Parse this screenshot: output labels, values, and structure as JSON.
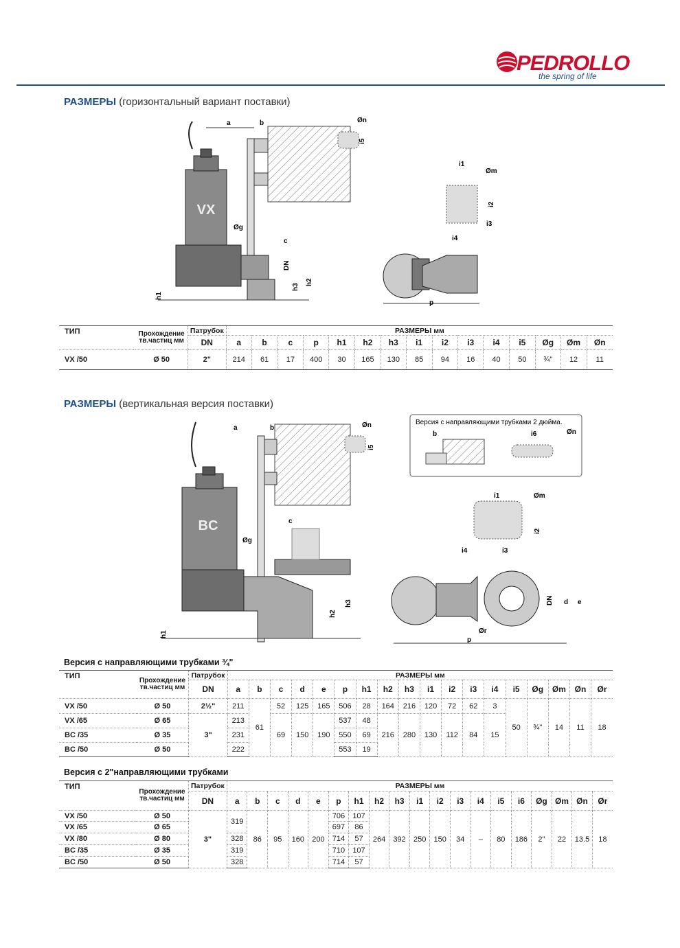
{
  "brand": {
    "name": "PEDROLLO",
    "tagline": "the spring of life",
    "red": "#c8102e",
    "blue": "#1d4f8c"
  },
  "section1": {
    "title_bold": "РАЗМЕРЫ",
    "title_rest": "(горизонтальный вариант поставки)"
  },
  "section2": {
    "title_bold": "РАЗМЕРЫ",
    "title_rest": "(вертикальная версия поставки)"
  },
  "labels": {
    "type": "ТИП",
    "passage": "Прохождение тв.частиц мм",
    "nozzle": "Патрубок",
    "dims": "РАЗМЕРЫ мм",
    "dn": "DN"
  },
  "drawing1": {
    "pump_badge": "VX",
    "dims": {
      "a": "a",
      "b": "b",
      "c": "c",
      "og": "Øg",
      "dn": "DN",
      "h1": "h1",
      "h2": "h2",
      "h3": "h3",
      "on": "Øn",
      "i5": "i5",
      "i1": "i1",
      "om": "Øm",
      "i2": "i2",
      "i3": "i3",
      "i4": "i4",
      "p": "p"
    }
  },
  "drawing2": {
    "pump_badge": "BC",
    "inset_title": "Версия с направляющими трубками 2 дюйма.",
    "dims": {
      "a": "a",
      "b": "b",
      "c": "c",
      "og": "Øg",
      "h1": "h1",
      "h2": "h2",
      "h3": "h3",
      "on": "Øn",
      "i5": "i5",
      "i1": "i1",
      "om": "Øm",
      "i2": "i2",
      "i3": "i3",
      "i4": "i4",
      "i6": "i6",
      "p": "p",
      "or": "Ør",
      "dn": "DN",
      "d": "d",
      "e": "e"
    }
  },
  "table1": {
    "cols": [
      "a",
      "b",
      "c",
      "p",
      "h1",
      "h2",
      "h3",
      "i1",
      "i2",
      "i3",
      "i4",
      "i5",
      "Øg",
      "Øm",
      "Øn"
    ],
    "rows": [
      {
        "type": "VX /50",
        "passage": "Ø 50",
        "dn": "2\"",
        "values": [
          "214",
          "61",
          "17",
          "400",
          "30",
          "165",
          "130",
          "85",
          "94",
          "16",
          "40",
          "50",
          "¾\"",
          "12",
          "11"
        ]
      }
    ]
  },
  "table2": {
    "subtitle": "Версия с направляющими трубками ¾\"",
    "cols": [
      "a",
      "b",
      "c",
      "d",
      "e",
      "p",
      "h1",
      "h2",
      "h3",
      "i1",
      "i2",
      "i3",
      "i4",
      "i5",
      "Øg",
      "Øm",
      "Øn",
      "Ør"
    ],
    "rows": [
      {
        "type": "VX /50",
        "passage": "Ø 50",
        "dn": "2½\"",
        "a": "211",
        "c": "52",
        "d": "125",
        "e": "165",
        "p": "506",
        "h1": "28",
        "h2": "164",
        "h3": "216",
        "i1": "120",
        "i2": "72",
        "i3": "62",
        "i4": "3"
      },
      {
        "type": "VX /65",
        "passage": "Ø 65",
        "a": "213",
        "p": "537",
        "h1": "48"
      },
      {
        "type": "BC /35",
        "passage": "Ø 35",
        "a": "231",
        "p": "550",
        "h1": "69"
      },
      {
        "type": "BC /50",
        "passage": "Ø 50",
        "a": "222",
        "p": "553",
        "h1": "19"
      }
    ],
    "merged": {
      "dn_3": "3\"",
      "b": "61",
      "c": "69",
      "d": "150",
      "e": "190",
      "h2": "216",
      "h3": "280",
      "i1": "130",
      "i2": "112",
      "i3": "84",
      "i4": "15",
      "i5": "50",
      "og": "¾\"",
      "om": "14",
      "on": "11",
      "or": "18"
    }
  },
  "table3": {
    "subtitle": "Версия с 2\"направляющими трубками",
    "cols": [
      "a",
      "b",
      "c",
      "d",
      "e",
      "p",
      "h1",
      "h2",
      "h3",
      "i1",
      "i2",
      "i3",
      "i4",
      "i5",
      "i6",
      "Øg",
      "Øm",
      "Øn",
      "Ør"
    ],
    "rows": [
      {
        "type": "VX /50",
        "passage": "Ø 50",
        "p": "706",
        "h1": "107"
      },
      {
        "type": "VX /65",
        "passage": "Ø 65",
        "p": "697",
        "h1": "86"
      },
      {
        "type": "VX /80",
        "passage": "Ø 80",
        "a": "328",
        "p": "714",
        "h1": "57"
      },
      {
        "type": "BC /35",
        "passage": "Ø 35",
        "a": "319",
        "p": "710",
        "h1": "107"
      },
      {
        "type": "BC /50",
        "passage": "Ø 50",
        "a": "328",
        "p": "714",
        "h1": "57"
      }
    ],
    "merged": {
      "a_top": "319",
      "dn": "3\"",
      "b": "86",
      "c": "95",
      "d": "160",
      "e": "200",
      "h2": "264",
      "h3": "392",
      "i1": "250",
      "i2": "150",
      "i3": "34",
      "i4": "–",
      "i5": "80",
      "i6": "186",
      "og": "2\"",
      "om": "22",
      "on": "13.5",
      "or": "18"
    }
  }
}
